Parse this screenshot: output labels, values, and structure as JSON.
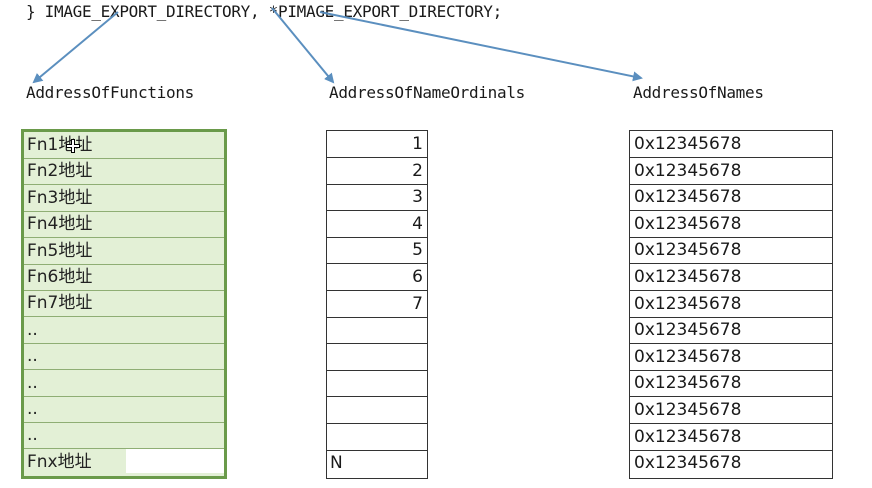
{
  "struct_line": "} IMAGE_EXPORT_DIRECTORY, *PIMAGE_EXPORT_DIRECTORY;",
  "labels": {
    "functions": "AddressOfFunctions",
    "ordinals": "AddressOfNameOrdinals",
    "names": "AddressOfNames"
  },
  "colors": {
    "arrow": "#5b8fbf",
    "function_fill": "#e3f0d6",
    "function_border": "#6a9a4a"
  },
  "functions": [
    "Fn1地址",
    "Fn2地址",
    "Fn3地址",
    "Fn4地址",
    "Fn5地址",
    "Fn6地址",
    "Fn7地址",
    "..",
    "..",
    "..",
    "..",
    "..",
    "Fnx地址"
  ],
  "ordinals": [
    "1",
    "2",
    "3",
    "4",
    "5",
    "6",
    "7",
    "",
    "",
    "",
    "",
    "",
    "N"
  ],
  "names": [
    "0x12345678",
    "0x12345678",
    "0x12345678",
    "0x12345678",
    "0x12345678",
    "0x12345678",
    "0x12345678",
    "0x12345678",
    "0x12345678",
    "0x12345678",
    "0x12345678",
    "0x12345678",
    "0x12345678"
  ]
}
